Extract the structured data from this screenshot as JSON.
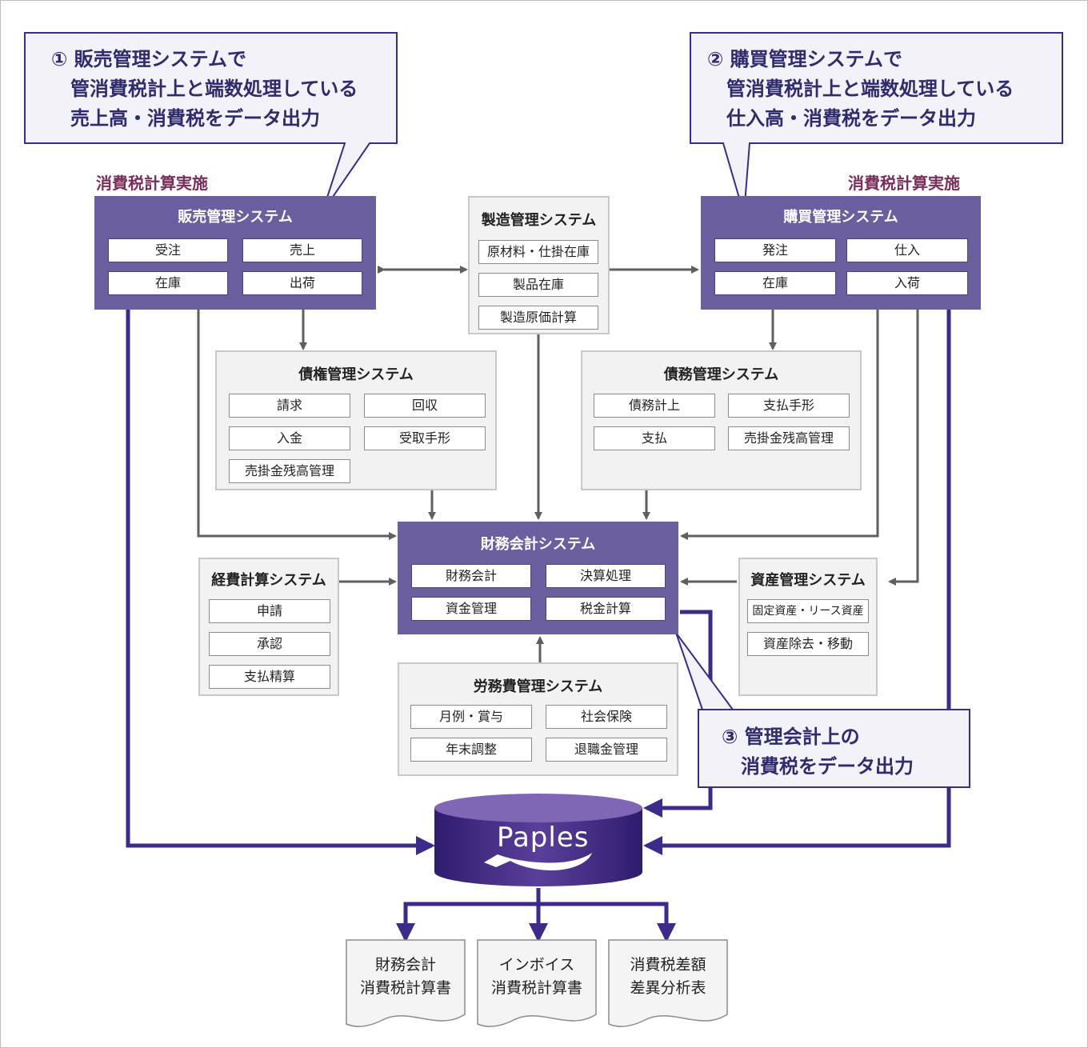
{
  "callouts": {
    "c1": "① 販売管理システムで\n　管消費税計上と端数処理している\n　売上高・消費税をデータ出力",
    "c2": "② 購買管理システムで\n　管消費税計上と端数処理している\n　仕入高・消費税をデータ出力",
    "c3": "③ 管理会計上の\n　消費税をデータ出力"
  },
  "tax_labels": {
    "left": "消費税計算実施",
    "right": "消費税計算実施"
  },
  "systems": {
    "sales": {
      "title": "販売管理システム",
      "items": [
        "受注",
        "売上",
        "在庫",
        "出荷"
      ]
    },
    "manufacturing": {
      "title": "製造管理システム",
      "items": [
        "原材料・仕掛在庫",
        "製品在庫",
        "製造原価計算"
      ]
    },
    "purchasing": {
      "title": "購買管理システム",
      "items": [
        "発注",
        "仕入",
        "在庫",
        "入荷"
      ]
    },
    "receivables": {
      "title": "債権管理システム",
      "items": [
        "請求",
        "回収",
        "入金",
        "受取手形",
        "売掛金残高管理"
      ]
    },
    "payables": {
      "title": "債務管理システム",
      "items": [
        "債務計上",
        "支払手形",
        "支払",
        "売掛金残高管理"
      ]
    },
    "financial": {
      "title": "財務会計システム",
      "items": [
        "財務会計",
        "決算処理",
        "資金管理",
        "税金計算"
      ]
    },
    "expense": {
      "title": "経費計算システム",
      "items": [
        "申請",
        "承認",
        "支払精算"
      ]
    },
    "assets": {
      "title": "資産管理システム",
      "items": [
        "固定資産・リース資産",
        "資産除去・移動"
      ]
    },
    "labor": {
      "title": "労務費管理システム",
      "items": [
        "月例・賞与",
        "社会保険",
        "年末調整",
        "退職金管理"
      ]
    }
  },
  "database": {
    "name": "Paples"
  },
  "documents": [
    {
      "text": "財務会計\n消費税計算書"
    },
    {
      "text": "インボイス\n消費税計算書"
    },
    {
      "text": "消費税差額\n差異分析表"
    }
  ],
  "colors": {
    "purple_box": "#6c5fa0",
    "purple_line": "#3d2a8a",
    "gray_arrow": "#5f5f5f",
    "tax_label": "#7a2f5a"
  }
}
